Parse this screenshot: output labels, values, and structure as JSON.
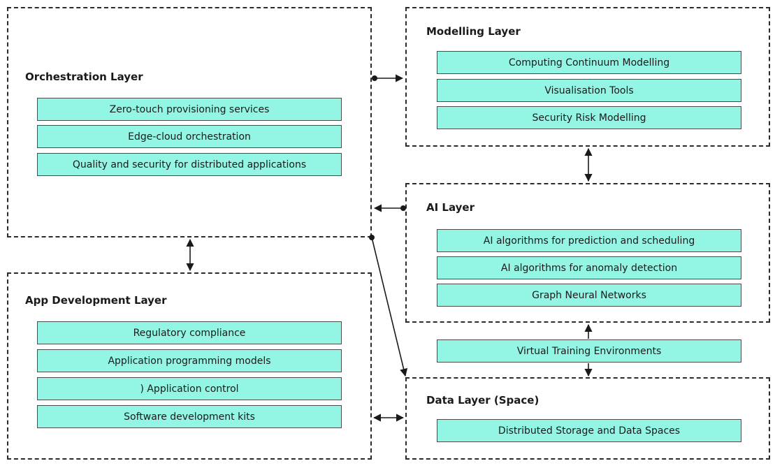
{
  "orchestration": {
    "title": "Orchestration Layer",
    "items": [
      "Zero-touch provisioning services",
      "Edge-cloud orchestration",
      "Quality and security for distributed applications"
    ]
  },
  "app_development": {
    "title": "App Development Layer",
    "items": [
      "Regulatory compliance",
      "Application programming models",
      ") Application control",
      "Software development kits"
    ]
  },
  "modelling": {
    "title": "Modelling Layer",
    "items": [
      "Computing Continuum Modelling",
      "Visualisation Tools",
      "Security Risk Modelling"
    ]
  },
  "ai": {
    "title": "AI Layer",
    "items": [
      "AI algorithms for prediction and scheduling",
      "AI algorithms for anomaly detection",
      "Graph Neural Networks"
    ]
  },
  "virtual_training": "Virtual Training Environments",
  "data": {
    "title": "Data Layer (Space)",
    "items": [
      "Distributed Storage and Data Spaces"
    ]
  },
  "colors": {
    "item_fill": "#93f5e4",
    "border": "#2b2b2b"
  }
}
